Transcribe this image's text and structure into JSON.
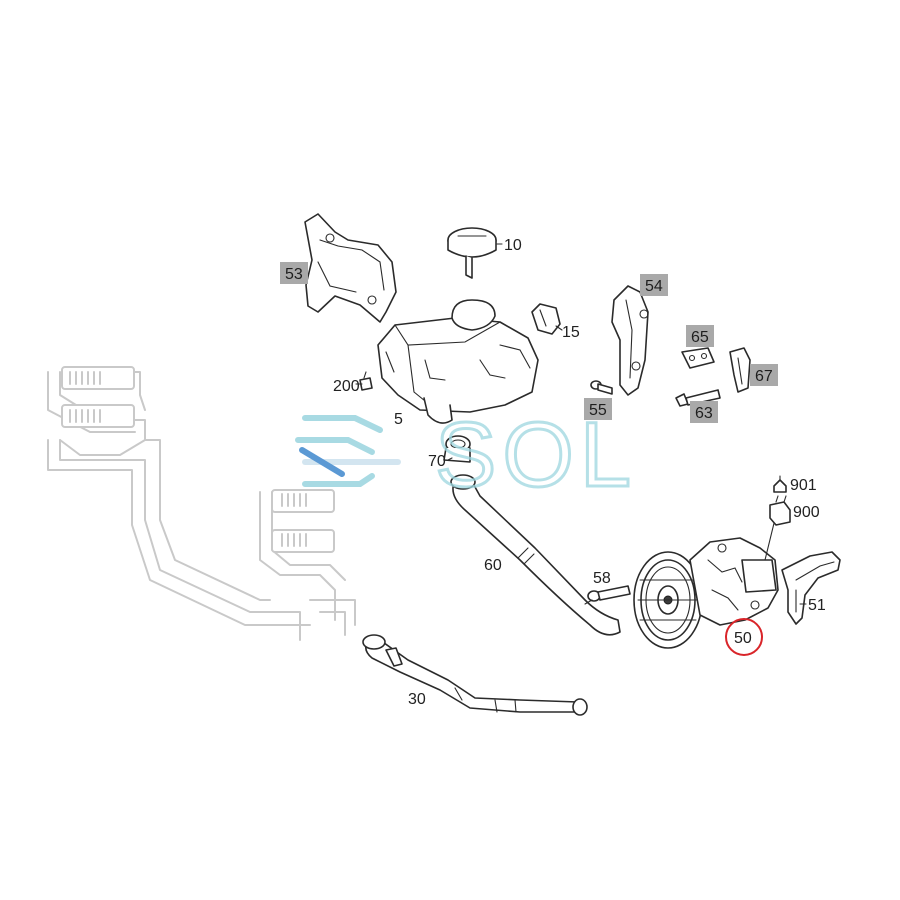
{
  "diagram": {
    "callouts": {
      "c53": "53",
      "c10": "10",
      "c54": "54",
      "c15": "15",
      "c65": "65",
      "c67": "67",
      "c200": "200",
      "c5": "5",
      "c55": "55",
      "c63": "63",
      "c70": "70",
      "c901": "901",
      "c900": "900",
      "c60": "60",
      "c58": "58",
      "c51": "51",
      "c50": "50",
      "c30": "30"
    },
    "highlighted_callouts": [
      "53",
      "54",
      "55",
      "65",
      "67",
      "63"
    ],
    "circled_callout": "50",
    "colors": {
      "line": "#2b2b2b",
      "ghost_line": "#c9c9c9",
      "highlight_box": "#a9a9a9",
      "circle": "#d9252a",
      "watermark": "#9fd7e0",
      "watermark_accent": "#4a8fd0"
    }
  },
  "watermark": {
    "text": "SOL"
  }
}
